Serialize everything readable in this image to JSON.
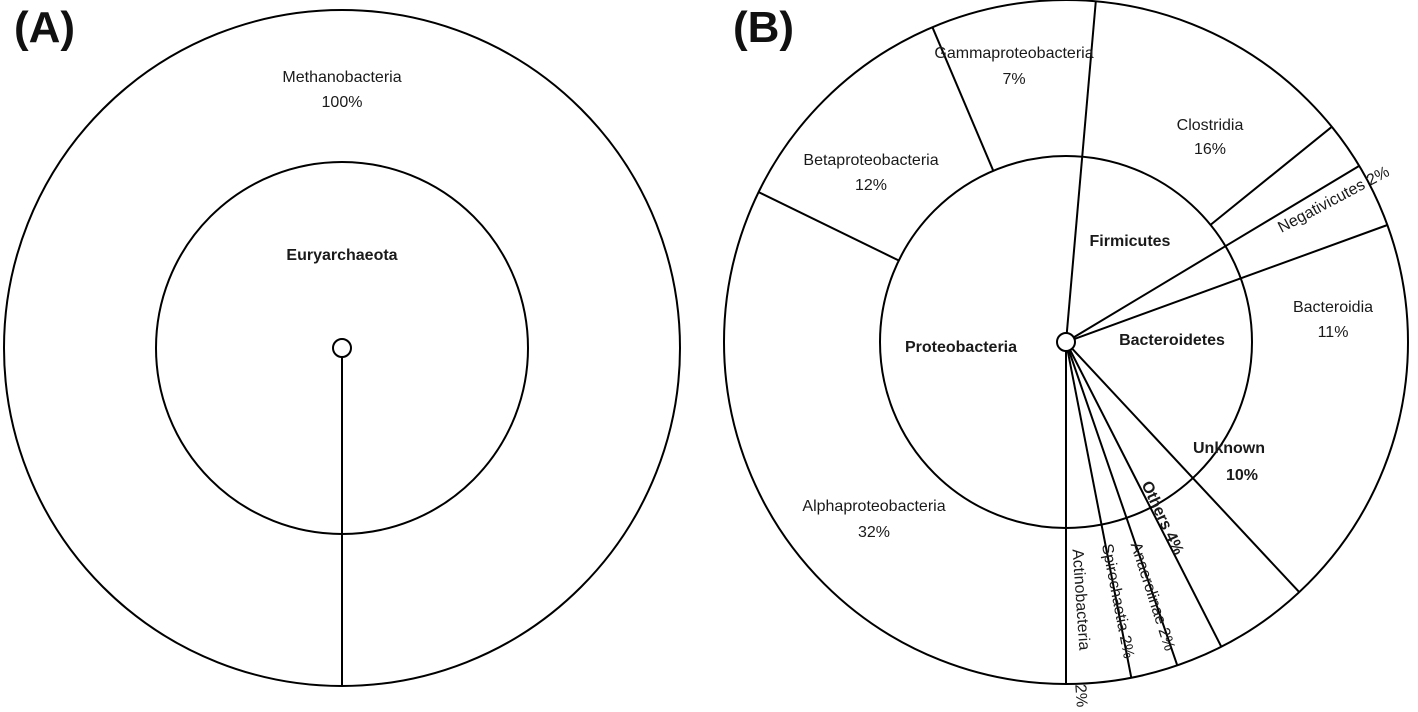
{
  "chart_data": [
    {
      "type": "sunburst",
      "panel": "(A)",
      "inner": [
        {
          "name": "Euryarchaeota"
        }
      ],
      "outer": [
        {
          "name": "Methanobacteria",
          "value": 100,
          "label": "100%"
        }
      ]
    },
    {
      "type": "sunburst",
      "panel": "(B)",
      "inner": [
        {
          "name": "Firmicutes"
        },
        {
          "name": "Bacteroidetes"
        },
        {
          "name": "Unknown",
          "value": 10,
          "label": "10%"
        },
        {
          "name": "Others",
          "value": 4,
          "label": "Others 4%"
        },
        {
          "name": "Proteobacteria"
        }
      ],
      "outer": [
        {
          "name": "Clostridia",
          "value": 16,
          "label": "16%"
        },
        {
          "name": "Negativicutes",
          "value": 2,
          "label": "Negativicutes 2%"
        },
        {
          "name": "Bacteroidia",
          "value": 11,
          "label": "11%"
        },
        {
          "name": "Unknown",
          "value": 10
        },
        {
          "name": "Anaerolinae",
          "value": 2,
          "label": "Anaerolinae 2%"
        },
        {
          "name": "Spirochaetia",
          "value": 2,
          "label": "Spirochaetia 2%"
        },
        {
          "name": "Actinobacteria",
          "value": 2,
          "label": "Actinobacteria",
          "label_suffix": "2%"
        },
        {
          "name": "Alphaproteobacteria",
          "value": 32,
          "label": "32%"
        },
        {
          "name": "Betaproteobacteria",
          "value": 12,
          "label": "12%"
        },
        {
          "name": "Gammaproteobacteria",
          "value": 7,
          "label": "7%"
        }
      ]
    }
  ]
}
